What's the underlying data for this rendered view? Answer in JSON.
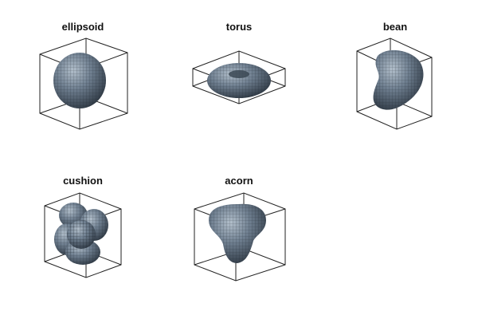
{
  "figure": {
    "background": "#ffffff",
    "surface_color": "#6f7f90",
    "surface_highlight": "#b3c0cc",
    "surface_shadow": "#2c3641",
    "box_color": "#222222"
  },
  "panels": [
    {
      "title": "ellipsoid",
      "shape": "ellipsoid"
    },
    {
      "title": "torus",
      "shape": "torus"
    },
    {
      "title": "bean",
      "shape": "bean"
    },
    {
      "title": "cushion",
      "shape": "cushion"
    },
    {
      "title": "acorn",
      "shape": "acorn"
    }
  ]
}
